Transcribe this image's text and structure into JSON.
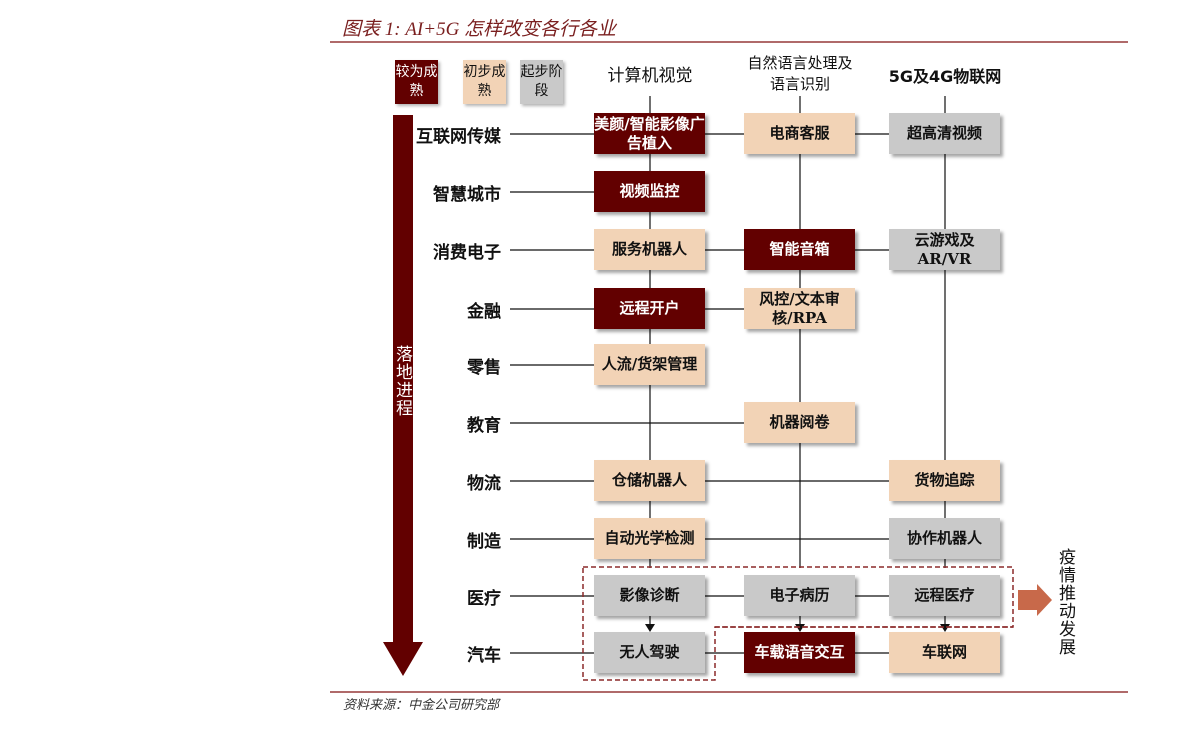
{
  "title": "图表 1: AI+5G 怎样改变各行各业",
  "source": "资料来源：中金公司研究部",
  "legend": [
    {
      "label": "较为成熟",
      "style": "m"
    },
    {
      "label": "初步成熟",
      "style": "p"
    },
    {
      "label": "起步阶段",
      "style": "g"
    }
  ],
  "columns": [
    "计算机视觉",
    "自然语言处理及语言识别",
    "5G及4G物联网"
  ],
  "progress_label": "落地进程",
  "pandemic_label": "疫情推动发展",
  "colors": {
    "mature": "#620000",
    "initial": "#f2d3b6",
    "starting": "#c9c9c9",
    "arrow": "#c8694a"
  },
  "rows": [
    {
      "label": "互联网传媒",
      "boxes": [
        {
          "col": 0,
          "text": "美颜/智能影像广告植入",
          "style": "m"
        },
        {
          "col": 1,
          "text": "电商客服",
          "style": "p"
        },
        {
          "col": 2,
          "text": "超高清视频",
          "style": "g"
        }
      ]
    },
    {
      "label": "智慧城市",
      "boxes": [
        {
          "col": 0,
          "text": "视频监控",
          "style": "m"
        }
      ]
    },
    {
      "label": "消费电子",
      "boxes": [
        {
          "col": 0,
          "text": "服务机器人",
          "style": "p"
        },
        {
          "col": 1,
          "text": "智能音箱",
          "style": "m"
        },
        {
          "col": 2,
          "text": "云游戏及AR/VR",
          "style": "g"
        }
      ]
    },
    {
      "label": "金融",
      "boxes": [
        {
          "col": 0,
          "text": "远程开户",
          "style": "m"
        },
        {
          "col": 1,
          "text": "风控/文本审核/RPA",
          "style": "p"
        }
      ]
    },
    {
      "label": "零售",
      "boxes": [
        {
          "col": 0,
          "text": "人流/货架管理",
          "style": "p"
        }
      ]
    },
    {
      "label": "教育",
      "boxes": [
        {
          "col": 1,
          "text": "机器阅卷",
          "style": "p"
        }
      ]
    },
    {
      "label": "物流",
      "boxes": [
        {
          "col": 0,
          "text": "仓储机器人",
          "style": "p"
        },
        {
          "col": 2,
          "text": "货物追踪",
          "style": "p"
        }
      ]
    },
    {
      "label": "制造",
      "boxes": [
        {
          "col": 0,
          "text": "自动光学检测",
          "style": "p"
        },
        {
          "col": 2,
          "text": "协作机器人",
          "style": "g"
        }
      ]
    },
    {
      "label": "医疗",
      "boxes": [
        {
          "col": 0,
          "text": "影像诊断",
          "style": "g"
        },
        {
          "col": 1,
          "text": "电子病历",
          "style": "g"
        },
        {
          "col": 2,
          "text": "远程医疗",
          "style": "g"
        }
      ]
    },
    {
      "label": "汽车",
      "boxes": [
        {
          "col": 0,
          "text": "无人驾驶",
          "style": "g"
        },
        {
          "col": 1,
          "text": "车载语音交互",
          "style": "m"
        },
        {
          "col": 2,
          "text": "车联网",
          "style": "p"
        }
      ]
    }
  ]
}
